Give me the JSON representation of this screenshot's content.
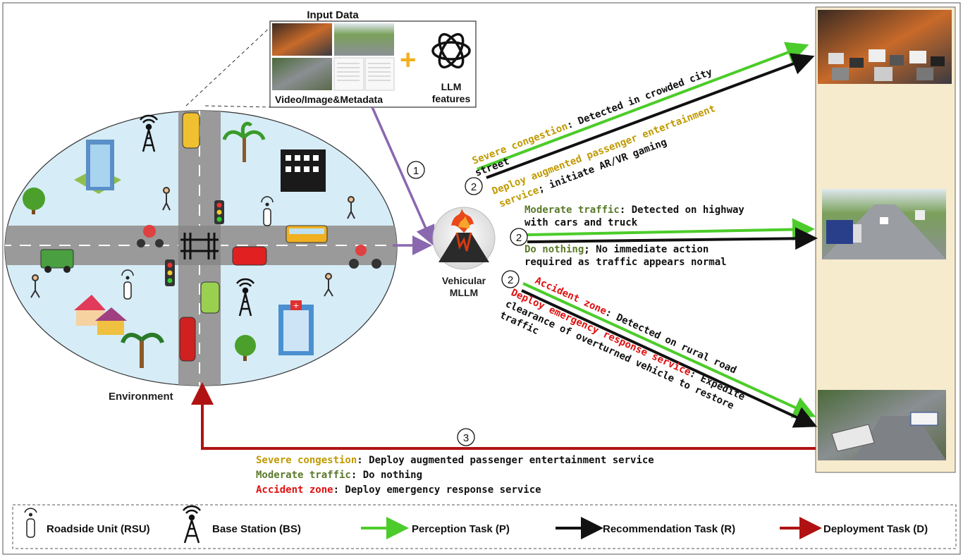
{
  "input": {
    "title": "Input Data",
    "media_label": "Video/Image&Metadata",
    "llm_label_1": "LLM",
    "llm_label_2": "features",
    "plus": "+"
  },
  "environment": {
    "label": "Environment"
  },
  "model": {
    "label_1": "Vehicular",
    "label_2": "MLLM"
  },
  "steps": {
    "one": "1",
    "two": "2",
    "three": "3"
  },
  "scenarios": {
    "congestion": {
      "perception_key": "Severe congestion",
      "perception_text_1": ": Detected in crowded city",
      "perception_text_2": "street",
      "recommend_key": "Deploy augmented passenger entertainment",
      "recommend_key_2": "service",
      "recommend_text": "; initiate AR/VR gaming"
    },
    "moderate": {
      "perception_key": "Moderate traffic",
      "perception_text_1": ": Detected on highway",
      "perception_text_2": "with cars and truck",
      "recommend_key": "Do nothing",
      "recommend_text_1": "; No immediate action",
      "recommend_text_2": "required as traffic appears normal"
    },
    "accident": {
      "perception_key": "Accident zone",
      "perception_text": ": Detected on rural road",
      "recommend_key": "Deploy emergency response service",
      "recommend_text_1": ": Expedite",
      "recommend_text_2": "clearance of overturned vehicle to restore",
      "recommend_text_3": "traffic"
    }
  },
  "deployment": {
    "line1_key": "Severe congestion",
    "line1_text": ": Deploy augmented passenger entertainment service",
    "line2_key": "Moderate traffic",
    "line2_text": ": Do nothing",
    "line3_key": "Accident zone",
    "line3_text": ": Deploy emergency response service"
  },
  "legend": {
    "rsu": "Roadside Unit (RSU)",
    "bs": "Base Station (BS)",
    "perception": "Perception Task (P)",
    "recommendation": "Recommendation Task (R)",
    "deployment": "Deployment Task (D)"
  },
  "colors": {
    "perception": "#4ccc2a",
    "recommendation": "#111111",
    "deployment": "#b01212",
    "input_flow": "#8a68b0",
    "congestion": "#c09a00",
    "moderate": "#5a7a2a",
    "accident": "#e01010",
    "panel": "#f7ebcd"
  }
}
